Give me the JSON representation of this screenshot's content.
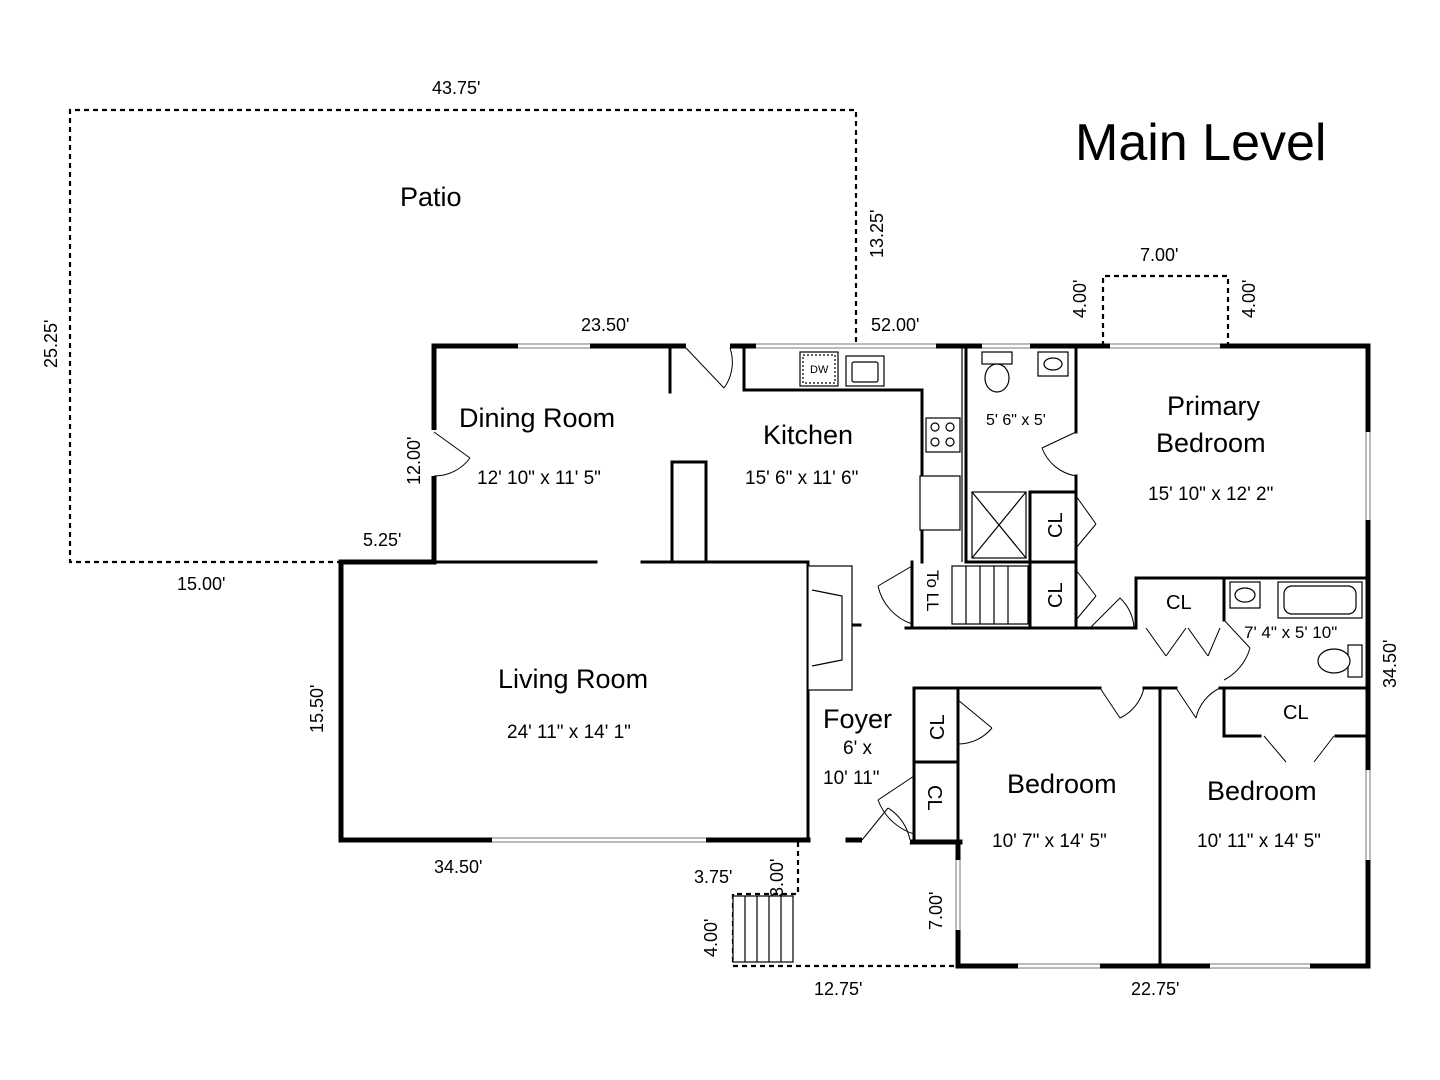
{
  "title": "Main Level",
  "rooms": {
    "patio": {
      "name": "Patio"
    },
    "dining": {
      "name": "Dining Room",
      "size": "12' 10\" x 11' 5\""
    },
    "kitchen": {
      "name": "Kitchen",
      "size": "15' 6\" x 11' 6\""
    },
    "half_bath": {
      "size": "5' 6\" x 5'"
    },
    "primary": {
      "name_line1": "Primary",
      "name_line2": "Bedroom",
      "size": "15' 10\" x 12' 2\""
    },
    "living": {
      "name": "Living Room",
      "size": "24' 11\" x 14' 1\""
    },
    "foyer": {
      "name": "Foyer",
      "size_line1": "6' x",
      "size_line2": "10' 11\""
    },
    "bath": {
      "size": "7' 4\" x 5' 10\""
    },
    "bedroom1": {
      "name": "Bedroom",
      "size": "10' 7\" x 14' 5\""
    },
    "bedroom2": {
      "name": "Bedroom",
      "size": "10' 11\" x 14' 5\""
    }
  },
  "labels": {
    "closet": "CL",
    "stairs": "To LL",
    "dishwasher": "DW"
  },
  "dimensions": {
    "patio_top": "43.75'",
    "patio_right": "13.25'",
    "patio_left": "25.25'",
    "patio_bottom": "15.00'",
    "dining_top": "23.50'",
    "kitchen_top": "52.00'",
    "dining_left": "12.00'",
    "dining_step": "5.25'",
    "living_left": "15.50'",
    "living_bottom": "34.50'",
    "bump_left": "4.00'",
    "bump_top": "7.00'",
    "bump_right": "4.00'",
    "right_side": "34.50'",
    "stoop_width": "3.75'",
    "stoop_depth": "3.00'",
    "steps_depth": "4.00'",
    "walk_bottom": "12.75'",
    "bed_bottom": "22.75'",
    "bed_left": "7.00'"
  }
}
